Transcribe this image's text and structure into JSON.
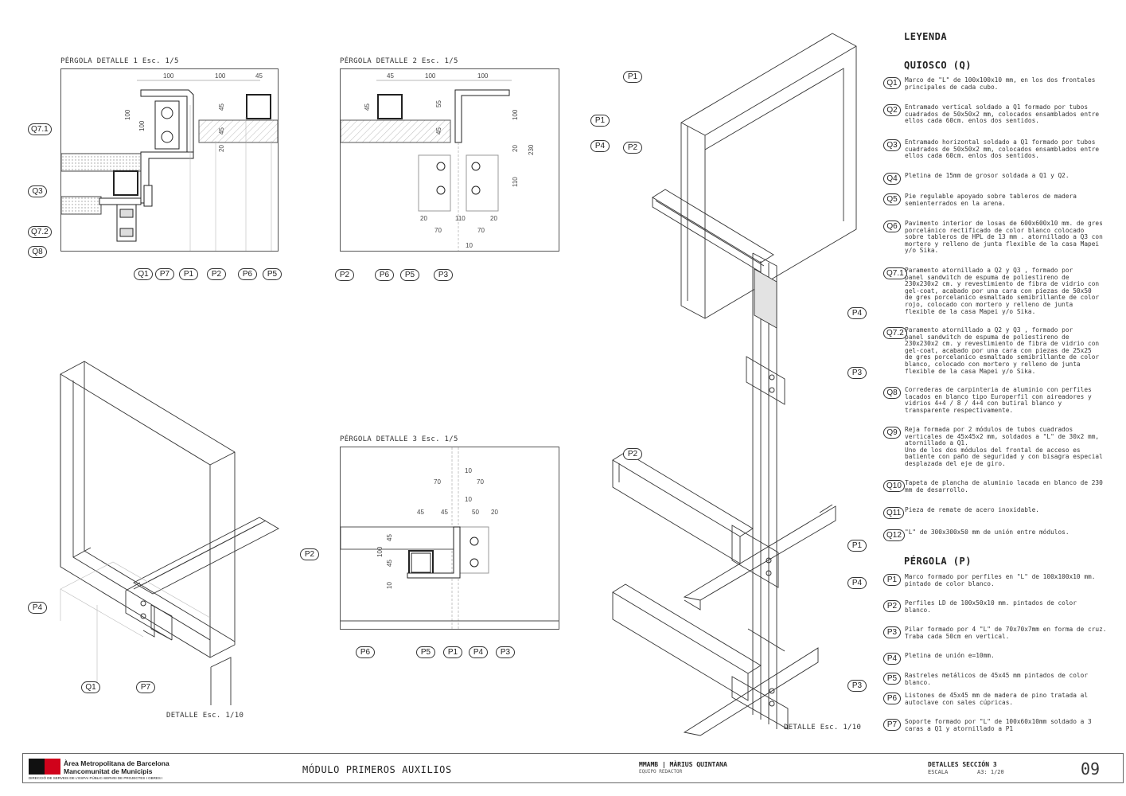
{
  "details": {
    "d1_title": "PÉRGOLA DETALLE 1 Esc. 1/5",
    "d2_title": "PÉRGOLA DETALLE 2 Esc. 1/5",
    "d3_title": "PÉRGOLA DETALLE 3 Esc. 1/5",
    "iso_left_title": "DETALLE Esc. 1/10",
    "iso_right_title": "DETALLE Esc. 1/10"
  },
  "tags": {
    "q1": "Q1",
    "q3": "Q3",
    "q71": "Q7.1",
    "q72": "Q7.2",
    "q8": "Q8",
    "p1": "P1",
    "p2": "P2",
    "p3": "P3",
    "p4": "P4",
    "p5": "P5",
    "p6": "P6",
    "p7": "P7"
  },
  "dims": {
    "d1": [
      "100",
      "100",
      "45",
      "100",
      "100",
      "45",
      "45",
      "20"
    ],
    "d2": [
      "45",
      "100",
      "100",
      "45",
      "55",
      "45",
      "100",
      "20",
      "230",
      "110",
      "20",
      "110",
      "20",
      "70",
      "70",
      "10"
    ],
    "d3": [
      "10",
      "70",
      "70",
      "10",
      "45",
      "45",
      "50",
      "20",
      "45",
      "100",
      "45",
      "10"
    ]
  },
  "legend": {
    "heading": "LEYENDA",
    "quiosco_heading": "QUIOSCO (Q)",
    "pergola_heading": "PÉRGOLA (P)",
    "quiosco": [
      {
        "tag": "Q1",
        "text": "Marco de \"L\" de 100x100x10 mm, en los dos frontales\nprincipales de cada cubo."
      },
      {
        "tag": "Q2",
        "text": "Entramado vertical soldado a Q1 formado por tubos\ncuadrados de 50x50x2 mm, colocados ensamblados entre\nellos cada 60cm. enlos dos sentidos."
      },
      {
        "tag": "Q3",
        "text": "Entramado horizontal soldado a Q1 formado por tubos\ncuadrados de 50x50x2 mm, colocados ensamblados entre\nellos cada 60cm. enlos dos sentidos."
      },
      {
        "tag": "Q4",
        "text": "Pletina de 15mm de grosor soldada a Q1 y Q2."
      },
      {
        "tag": "Q5",
        "text": "Pie regulable apoyado sobre tableros de madera\nsemienterrados en la arena."
      },
      {
        "tag": "Q6",
        "text": "Pavimento interior de losas de 600x600x10 mm. de gres\nporcelánico rectificado de color blanco colocado\nsobre tableros de HPL de 13 mm . atornillado a Q3 con\nmortero y relleno de junta flexible de la casa Mapei\ny/o Sika."
      },
      {
        "tag": "Q7.1",
        "text": "Paramento atornillado a Q2 y Q3 , formado por\npanel sandwitch de espuma de poliestireno de\n230x230x2 cm. y revestimiento de fibra de vidrio con\ngel-coat, acabado por una cara con piezas de 50x50\nde gres porcelanico esmaltado semibrillante de color\nrojo, colocado con mortero y relleno de junta\nflexible de la casa Mapei y/o Sika."
      },
      {
        "tag": "Q7.2",
        "text": "Paramento atornillado a Q2 y Q3 , formado por\npanel sandwitch de espuma de poliestireno de\n230x230x2 cm. y revestimiento de fibra de vidrio con\ngel-coat, acabado por una cara con piezas de 25x25\nde gres porcelanico esmaltado semibrillante de color\nblanco, colocado con mortero y relleno de junta\nflexible de la casa Mapei y/o Sika."
      },
      {
        "tag": "Q8",
        "text": "Correderas de carpinteria de aluminio con perfiles\nlacados en blanco tipo Europerfil con aireadores y\nvidrios 4+4 / 8 / 4+4 con butiral blanco y\ntransparente respectivamente."
      },
      {
        "tag": "Q9",
        "text": "Reja formada por 2 módulos de tubos cuadrados\nverticales de 45x45x2 mm, soldados a \"L\" de 30x2 mm,\natornillado a Q1.\nUno de los dos módulos del frontal de acceso es\nbatiente con paño de seguridad y con bisagra especial\ndesplazada del eje de giro."
      },
      {
        "tag": "Q10",
        "text": "Tapeta de plancha de aluminio lacada en blanco de 230\nmm de desarrollo."
      },
      {
        "tag": "Q11",
        "text": "Pieza de remate de acero inoxidable."
      },
      {
        "tag": "Q12",
        "text": "\"L\" de 300x300x50 mm de unión entre módulos."
      }
    ],
    "pergola": [
      {
        "tag": "P1",
        "text": "Marco formado por perfiles en \"L\" de 100x100x10 mm.\npintado de color blanco."
      },
      {
        "tag": "P2",
        "text": "Perfiles LD de 100x50x10 mm. pintados de color\nblanco."
      },
      {
        "tag": "P3",
        "text": "Pilar formado por 4 \"L\" de 70x70x7mm en forma de cruz.\nTraba cada 50cm en vertical."
      },
      {
        "tag": "P4",
        "text": "Pletina de unión e=10mm."
      },
      {
        "tag": "P5",
        "text": "Rastreles metálicos de 45x45 mm pintados de color blanco."
      },
      {
        "tag": "P6",
        "text": "Listones de 45x45 mm de madera de pino tratada al\nautoclave con sales cúpricas."
      },
      {
        "tag": "P7",
        "text": "Soporte formado por \"L\" de 100x60x10mm soldado a 3\ncaras a Q1 y atornillado a P1"
      }
    ]
  },
  "footer": {
    "org_line1": "Àrea Metropolitana de Barcelona",
    "org_line2": "Mancomunitat de Municipis",
    "org_line3": "DIRECCIÓ DE SERVEIS DE L'ESPAI PÚBLIC-SERVEI DE PROJECTES I OBRES I",
    "project_title": "MÓDULO PRIMEROS AUXILIOS",
    "team": "MMAMB | MÀRIUS QUINTANA",
    "team_sub": "EQUIPO REDACTOR",
    "sheet_title": "DETALLES SECCIÓN 3",
    "scale_label": "ESCALA",
    "scale_value": "A3: 1/20",
    "sheet_number": "09"
  }
}
